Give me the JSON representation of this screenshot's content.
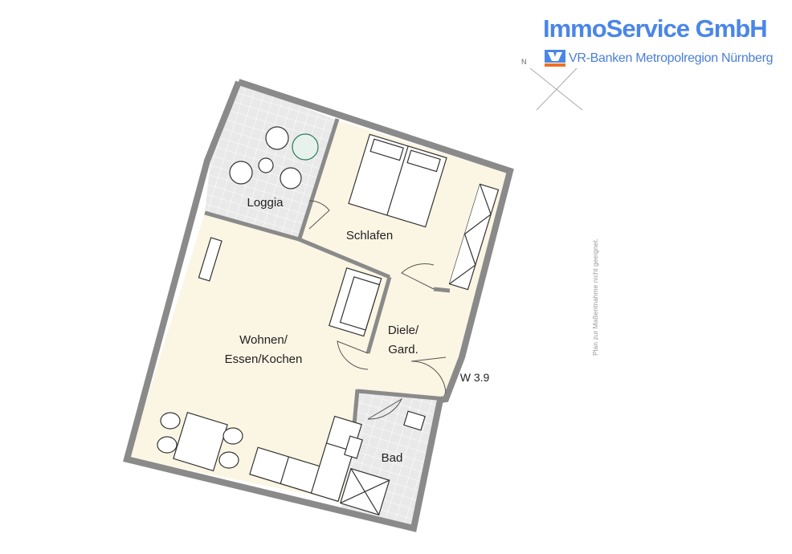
{
  "brand": {
    "title": "ImmoService GmbH",
    "subtitle": "VR-Banken Metropolregion Nürnberg",
    "logo_colors": {
      "blue": "#4a86e8",
      "orange": "#f07020"
    }
  },
  "compass": {
    "north_label": "N"
  },
  "disclaimer": "Plan zur Maßentnahme nicht geeignet.",
  "rooms": {
    "loggia": "Loggia",
    "schlafen": "Schlafen",
    "wohnen_line1": "Wohnen/",
    "wohnen_line2": "Essen/Kochen",
    "diele_line1": "Diele/",
    "diele_line2": "Gard.",
    "bad": "Bad"
  },
  "unit_label": "W 3.9",
  "colors": {
    "floor": "#fbf5e3",
    "tile": "#e6e6e6",
    "wall": "#8a8a8a"
  }
}
